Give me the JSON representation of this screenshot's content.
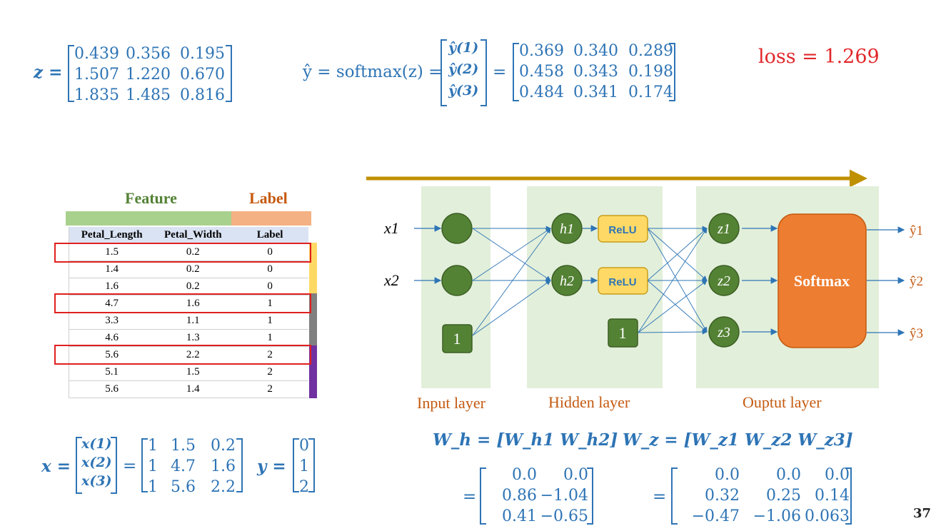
{
  "top": {
    "z_label": "z =",
    "z_matrix": [
      [
        "0.439",
        "0.356",
        "0.195"
      ],
      [
        "1.507",
        "1.220",
        "0.670"
      ],
      [
        "1.835",
        "1.485",
        "0.816"
      ]
    ],
    "yhat_label": "ŷ = softmax(z) =",
    "yhat_rows": [
      "ŷ(1)",
      "ŷ(2)",
      "ŷ(3)"
    ],
    "yhat_matrix": [
      [
        "0.369",
        "0.340",
        "0.289"
      ],
      [
        "0.458",
        "0.343",
        "0.198"
      ],
      [
        "0.484",
        "0.341",
        "0.174"
      ]
    ],
    "loss": "loss = 1.269"
  },
  "table": {
    "feature_header": "Feature",
    "label_header": "Label",
    "columns": [
      "Petal_Length",
      "Petal_Width",
      "Label"
    ],
    "rows": [
      [
        "1.5",
        "0.2",
        "0"
      ],
      [
        "1.4",
        "0.2",
        "0"
      ],
      [
        "1.6",
        "0.2",
        "0"
      ],
      [
        "4.7",
        "1.6",
        "1"
      ],
      [
        "3.3",
        "1.1",
        "1"
      ],
      [
        "4.6",
        "1.3",
        "1"
      ],
      [
        "5.6",
        "2.2",
        "2"
      ],
      [
        "5.1",
        "1.5",
        "2"
      ],
      [
        "5.6",
        "1.4",
        "2"
      ]
    ],
    "highlighted_rows": [
      0,
      3,
      6
    ],
    "colors": {
      "feature": "#a9d18e",
      "label": "#f4b183",
      "class0": "#ffd966",
      "class1": "#808080",
      "class2": "#7030a0",
      "highlight": "#e02020",
      "feature_text": "#548235",
      "label_text": "#c55a11"
    }
  },
  "xy": {
    "x_label": "x =",
    "x_rows": [
      "x(1)",
      "x(2)",
      "x(3)"
    ],
    "x_matrix": [
      [
        "1",
        "1.5",
        "0.2"
      ],
      [
        "1",
        "4.7",
        "1.6"
      ],
      [
        "1",
        "5.6",
        "2.2"
      ]
    ],
    "y_label": "y =",
    "y_vector": [
      "0",
      "1",
      "2"
    ]
  },
  "network": {
    "inputs": [
      "x1",
      "x2"
    ],
    "bias": "1",
    "hidden": [
      "h1",
      "h2"
    ],
    "relu": "ReLU",
    "outputs": [
      "z1",
      "z2",
      "z3"
    ],
    "softmax": "Softmax",
    "yhats": [
      "ŷ1",
      "ŷ2",
      "ŷ3"
    ],
    "layers": [
      "Input layer",
      "Hidden layer",
      "Ouptut layer"
    ],
    "colors": {
      "node": "#548235",
      "layer_bg": "#e2efda",
      "relu": "#ffd966",
      "softmax": "#ed7d31",
      "arrow": "#2e75b6",
      "top_arrow": "#bf9000"
    }
  },
  "weights": {
    "wh_label": "W_h = [W_h1   W_h2]",
    "wh_matrix": [
      [
        "0.0",
        "0.0"
      ],
      [
        "0.86",
        "−1.04"
      ],
      [
        "0.41",
        "−0.65"
      ]
    ],
    "wz_label": "W_z = [W_z1   W_z2   W_z3]",
    "wz_matrix": [
      [
        "0.0",
        "0.0",
        "0.0"
      ],
      [
        "0.32",
        "0.25",
        "0.14"
      ],
      [
        "−0.47",
        "−1.06",
        "0.063"
      ]
    ]
  },
  "page_number": "37"
}
